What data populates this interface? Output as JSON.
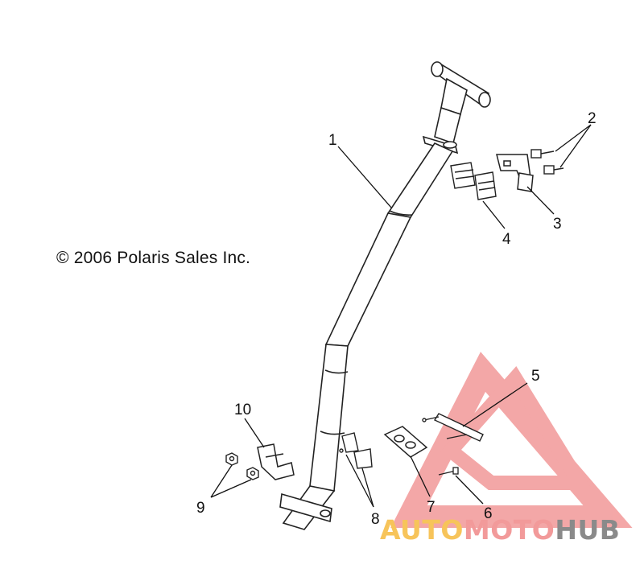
{
  "copyright": "© 2006 Polaris Sales Inc.",
  "callouts": [
    "1",
    "2",
    "3",
    "4",
    "5",
    "6",
    "7",
    "8",
    "9",
    "10"
  ],
  "watermark": {
    "part1": "AUTO",
    "part2": "MOTO",
    "part3": "HUB",
    "color_auto": "#f7c45a",
    "color_moto": "#f29a9a",
    "color_hub": "#8a8a8a",
    "logo_color": "#f08a8a"
  }
}
